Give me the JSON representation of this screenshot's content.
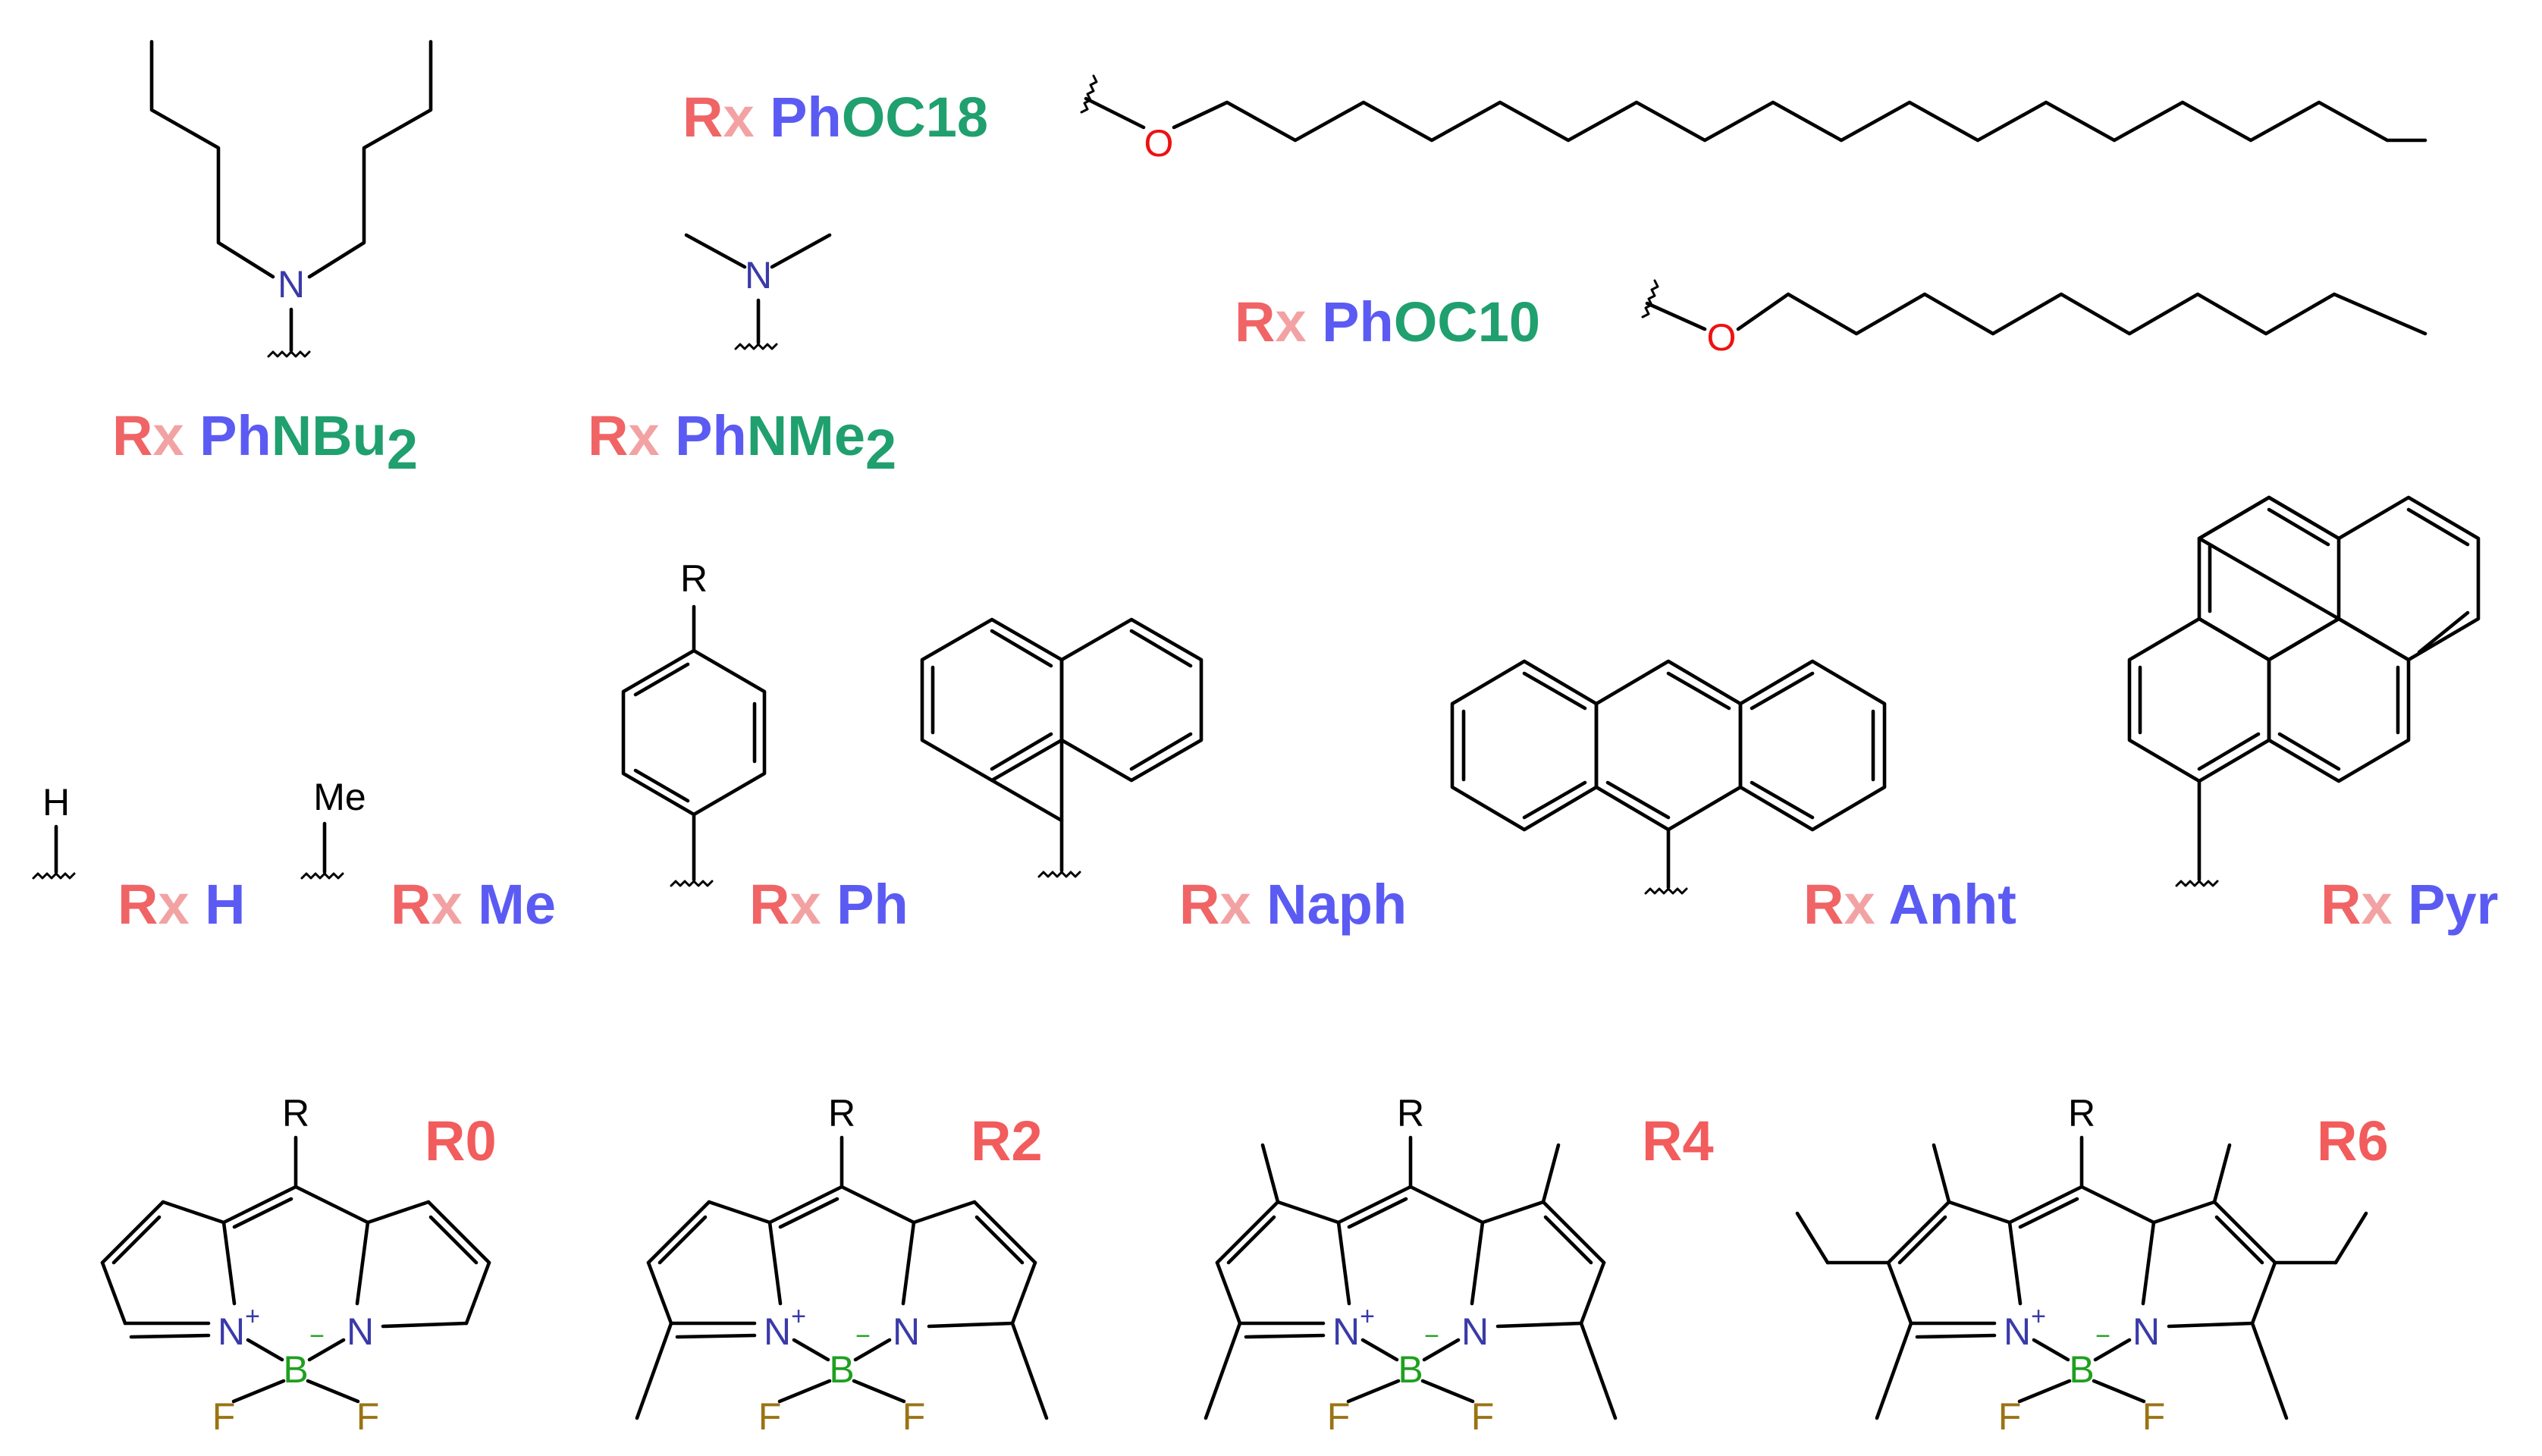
{
  "colors": {
    "rx_R": "#f06466",
    "rx_x": "#f3a2a3",
    "substituent_blue": "#5b5bf3",
    "substituent_green": "#1fa06e",
    "core_red": "#f25c5c",
    "nitrogen": "#3a3aa8",
    "oxygen": "#ee1111",
    "boron": "#1ea01e",
    "fluorine": "#9a7414",
    "bond": "#000000"
  },
  "atoms": {
    "N": "N",
    "O": "O",
    "B": "B",
    "F": "F",
    "H": "H",
    "Me": "Me",
    "R": "R",
    "plus": "+",
    "minus": "−"
  },
  "substituents": [
    {
      "rx_R": "R",
      "rx_x": "x",
      "ph": "Ph",
      "rest": "NBu",
      "subscript": "2"
    },
    {
      "rx_R": "R",
      "rx_x": "x",
      "ph": "Ph",
      "rest": "NMe",
      "subscript": "2"
    },
    {
      "rx_R": "R",
      "rx_x": "x",
      "ph": "Ph",
      "rest": "OC18"
    },
    {
      "rx_R": "R",
      "rx_x": "x",
      "ph": "Ph",
      "rest": "OC10"
    },
    {
      "rx_R": "R",
      "rx_x": "x",
      "name": "H"
    },
    {
      "rx_R": "R",
      "rx_x": "x",
      "name": "Me"
    },
    {
      "rx_R": "R",
      "rx_x": "x",
      "name": "Ph"
    },
    {
      "rx_R": "R",
      "rx_x": "x",
      "name": "Naph"
    },
    {
      "rx_R": "R",
      "rx_x": "x",
      "name": "Anht"
    },
    {
      "rx_R": "R",
      "rx_x": "x",
      "name": "Pyr"
    }
  ],
  "cores": [
    "R0",
    "R2",
    "R4",
    "R6"
  ]
}
